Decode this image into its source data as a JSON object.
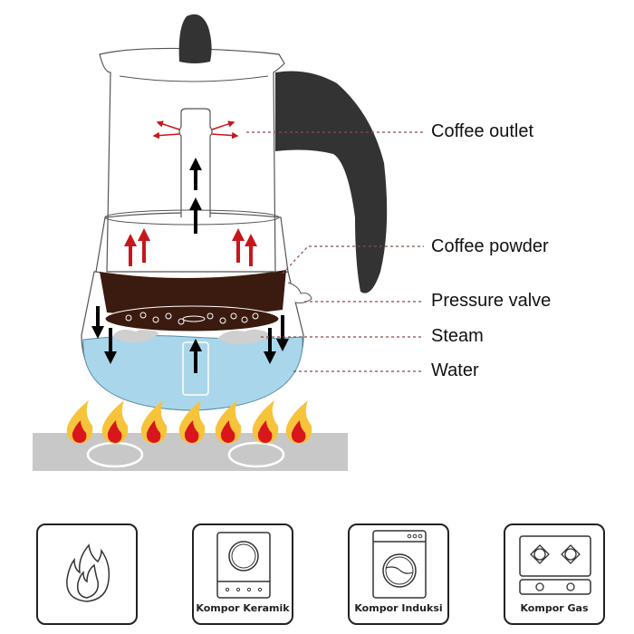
{
  "diagram": {
    "title": "Moka pot brewing diagram",
    "labels": {
      "coffee_outlet": "Coffee outlet",
      "coffee_powder": "Coffee powder",
      "pressure_valve": "Pressure valve",
      "steam": "Steam",
      "water": "Water"
    },
    "colors": {
      "handle": "#333333",
      "coffee": "#3b1a10",
      "water": "#a9d6ea",
      "steam": "#cfcfcf",
      "arrow_red": "#c8161d",
      "arrow_black": "#000000",
      "leader_line": "#8a4a4a",
      "stove": "#c8c8c8",
      "flame_outer": "#f6c33a",
      "flame_inner": "#d8161b"
    }
  },
  "compatibility": {
    "cards": [
      {
        "icon": "flame-icon",
        "label": ""
      },
      {
        "icon": "ceramic-stove-icon",
        "label": "Kompor Keramik"
      },
      {
        "icon": "induction-stove-icon",
        "label": "Kompor Induksi"
      },
      {
        "icon": "gas-stove-icon",
        "label": "Kompor Gas"
      }
    ]
  }
}
